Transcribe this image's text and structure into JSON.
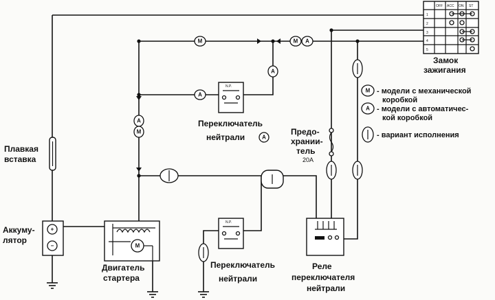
{
  "ignition_switch": {
    "table_headers": [
      "OFF",
      "ACC",
      "ON",
      "ST"
    ],
    "table_rows": [
      "1",
      "2",
      "3",
      "4",
      "5"
    ],
    "label_line1": "Замок",
    "label_line2": "зажигания"
  },
  "legend": {
    "m_symbol": "M",
    "m_text_line1": "- модели с механической",
    "m_text_line2": "коробкой",
    "a_symbol": "A",
    "a_text_line1": "- модели с автоматичес-",
    "a_text_line2": "кой коробкой",
    "i_symbol": "I",
    "i_text": "- вариант исполнения"
  },
  "components": {
    "fuse_link_line1": "Плавкая",
    "fuse_link_line2": "вставка",
    "battery_line1": "Аккуму-",
    "battery_line2": "лятор",
    "starter_line1": "Двигатель",
    "starter_line2": "стартера",
    "starter_motor_symbol": "M",
    "neutral_switch_top_line1": "Переключатель",
    "neutral_switch_top_line2": "нейтрали",
    "neutral_switch_top_badge": "A",
    "neutral_switch_bottom_line1": "Переключатель",
    "neutral_switch_bottom_line2": "нейтрали",
    "np_label": "N.P.",
    "fuse_line1": "Предо-",
    "fuse_line2": "хрании-",
    "fuse_line3": "тель",
    "fuse_rating": "20A",
    "relay_line1": "Реле",
    "relay_line2": "переключателя",
    "relay_line3": "нейтрали"
  },
  "wire_badges": {
    "m": "M",
    "a": "A",
    "i": "I",
    "plus": "+",
    "minus": "−"
  }
}
